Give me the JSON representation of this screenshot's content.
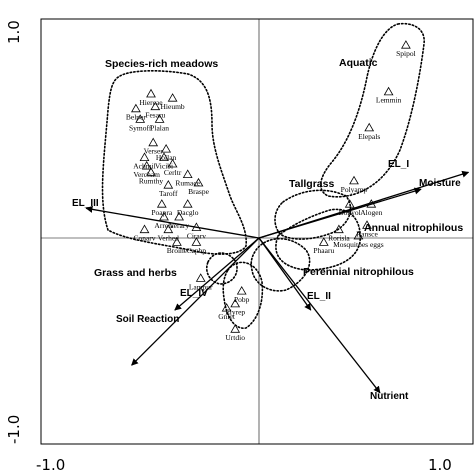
{
  "chart_data": {
    "type": "scatter",
    "title": "",
    "xlabel": "",
    "ylabel": "",
    "xlim": [
      -1.0,
      1.0
    ],
    "ylim": [
      -1.0,
      1.0
    ],
    "tick_labels": {
      "x_left": "-1.0",
      "x_right": "1.0",
      "y_top": "1.0",
      "y_bottom": "-1.0"
    },
    "species": [
      {
        "label": "Spipol",
        "x": 0.68,
        "y": 0.91
      },
      {
        "label": "Lemmin",
        "x": 0.6,
        "y": 0.69
      },
      {
        "label": "Elepals",
        "x": 0.51,
        "y": 0.52
      },
      {
        "label": "Hiercae",
        "x": -0.5,
        "y": 0.68
      },
      {
        "label": "Hieumb",
        "x": -0.4,
        "y": 0.66
      },
      {
        "label": "Belper",
        "x": -0.57,
        "y": 0.61
      },
      {
        "label": "Fesaru",
        "x": -0.48,
        "y": 0.62
      },
      {
        "label": "Symoff",
        "x": -0.55,
        "y": 0.56
      },
      {
        "label": "Plalan",
        "x": -0.46,
        "y": 0.56
      },
      {
        "label": "Verser",
        "x": -0.49,
        "y": 0.45
      },
      {
        "label": "Hollan",
        "x": -0.43,
        "y": 0.42
      },
      {
        "label": "Achmil",
        "x": -0.53,
        "y": 0.38
      },
      {
        "label": "Vicibi",
        "x": -0.44,
        "y": 0.38
      },
      {
        "label": "Vercham",
        "x": -0.52,
        "y": 0.34
      },
      {
        "label": "Cerltr",
        "x": -0.4,
        "y": 0.35
      },
      {
        "label": "Rumthy",
        "x": -0.5,
        "y": 0.31
      },
      {
        "label": "Rumace",
        "x": -0.33,
        "y": 0.3
      },
      {
        "label": "Taroff",
        "x": -0.42,
        "y": 0.25
      },
      {
        "label": "Braspe",
        "x": -0.28,
        "y": 0.26
      },
      {
        "label": "Poapra",
        "x": -0.45,
        "y": 0.16
      },
      {
        "label": "Dacglo",
        "x": -0.33,
        "y": 0.16
      },
      {
        "label": "Arrela",
        "x": -0.44,
        "y": 0.1
      },
      {
        "label": "Verary",
        "x": -0.37,
        "y": 0.1
      },
      {
        "label": "Conarv",
        "x": -0.53,
        "y": 0.04
      },
      {
        "label": "Verhed",
        "x": -0.42,
        "y": 0.04
      },
      {
        "label": "Cirarv",
        "x": -0.29,
        "y": 0.05
      },
      {
        "label": "Broine",
        "x": -0.38,
        "y": -0.02
      },
      {
        "label": "Capbp",
        "x": -0.29,
        "y": -0.02
      },
      {
        "label": "Polyamp",
        "x": 0.44,
        "y": 0.27
      },
      {
        "label": "Bonyol",
        "x": 0.42,
        "y": 0.16
      },
      {
        "label": "Alogen",
        "x": 0.52,
        "y": 0.16
      },
      {
        "label": "Ransce",
        "x": 0.5,
        "y": 0.06
      },
      {
        "label": "Rorisla",
        "x": 0.37,
        "y": 0.04
      },
      {
        "label": "Mosquitoes eggs",
        "x": 0.46,
        "y": 0.01
      },
      {
        "label": "Phaaru",
        "x": 0.3,
        "y": -0.02
      },
      {
        "label": "Lampur",
        "x": -0.27,
        "y": -0.19
      },
      {
        "label": "Pobp",
        "x": -0.08,
        "y": -0.25
      },
      {
        "label": "Elyrep",
        "x": -0.11,
        "y": -0.31
      },
      {
        "label": "Gnlet",
        "x": -0.15,
        "y": -0.33
      },
      {
        "label": "Urtdio",
        "x": -0.11,
        "y": -0.43
      }
    ],
    "vectors": [
      {
        "label": "Moisture",
        "x": 0.97,
        "y": 0.31
      },
      {
        "label": "EL_I",
        "x": 0.75,
        "y": 0.23
      },
      {
        "label": "Nutrient",
        "x": 0.56,
        "y": -0.73
      },
      {
        "label": "EL_II",
        "x": 0.24,
        "y": -0.34
      },
      {
        "label": "EL_III",
        "x": -0.8,
        "y": 0.14
      },
      {
        "label": "EL_IV",
        "x": -0.39,
        "y": -0.34
      },
      {
        "label": "Soil Reaction",
        "x": -0.59,
        "y": -0.6
      }
    ],
    "groups": [
      {
        "label": "Species-rich meadows"
      },
      {
        "label": "Aquatic"
      },
      {
        "label": "Tallgrass"
      },
      {
        "label": "Annual nitrophilous"
      },
      {
        "label": "Grass and herbs"
      },
      {
        "label": "Perennial nitrophilous"
      }
    ]
  }
}
